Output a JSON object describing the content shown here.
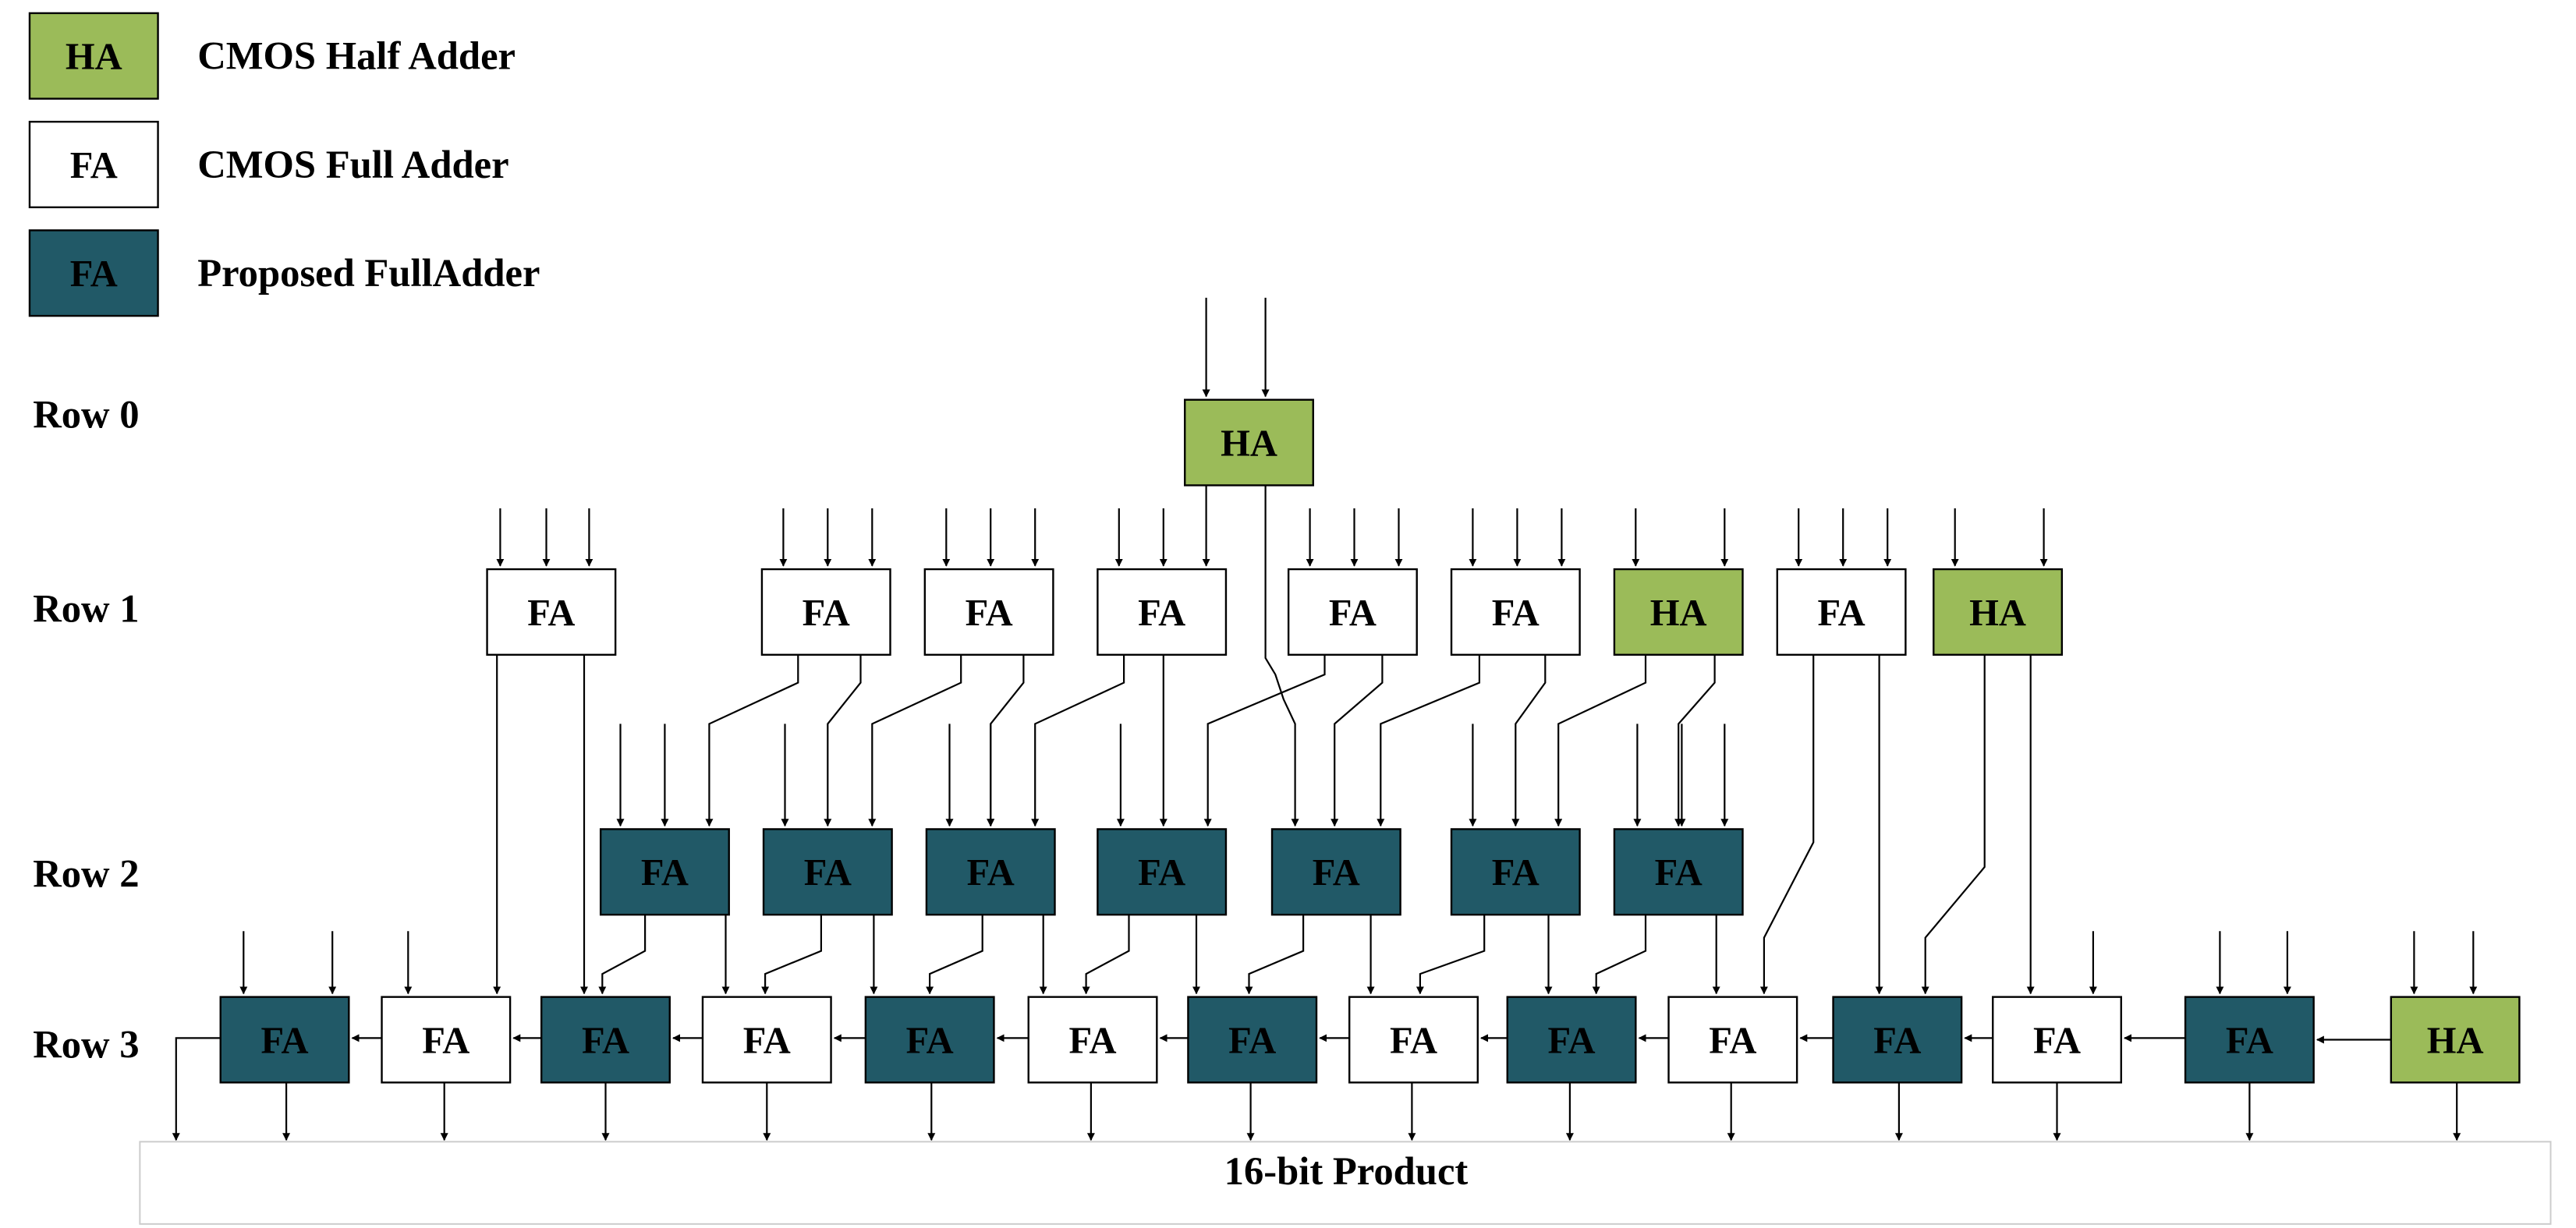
{
  "colors": {
    "ha": "#9bbb59",
    "fa_cmos": "#ffffff",
    "fa_proposed": "#215967",
    "stroke": "#000000"
  },
  "legend": [
    {
      "key": "ha",
      "box_text": "HA",
      "text": "CMOS Half Adder"
    },
    {
      "key": "fa_cmos",
      "box_text": "FA",
      "text": "CMOS Full Adder"
    },
    {
      "key": "fa_proposed",
      "box_text": "FA",
      "text": "Proposed FullAdder"
    }
  ],
  "rows": [
    "Row 0",
    "Row 1",
    "Row 2",
    "Row 3"
  ],
  "product_label": "16-bit Product",
  "cells": {
    "row0": [
      "ha"
    ],
    "row1": [
      "fa_cmos",
      "fa_cmos",
      "fa_cmos",
      "fa_cmos",
      "fa_cmos",
      "fa_cmos",
      "ha",
      "fa_cmos",
      "ha"
    ],
    "row2": [
      "fa_proposed",
      "fa_proposed",
      "fa_proposed",
      "fa_proposed",
      "fa_proposed",
      "fa_proposed",
      "fa_proposed"
    ],
    "row3": [
      "fa_proposed",
      "fa_cmos",
      "fa_proposed",
      "fa_cmos",
      "fa_proposed",
      "fa_cmos",
      "fa_proposed",
      "fa_cmos",
      "fa_proposed",
      "fa_cmos",
      "fa_proposed",
      "fa_cmos",
      "fa_proposed",
      "ha"
    ]
  },
  "cell_text": {
    "ha": "HA",
    "fa_cmos": "FA",
    "fa_proposed": "FA"
  }
}
